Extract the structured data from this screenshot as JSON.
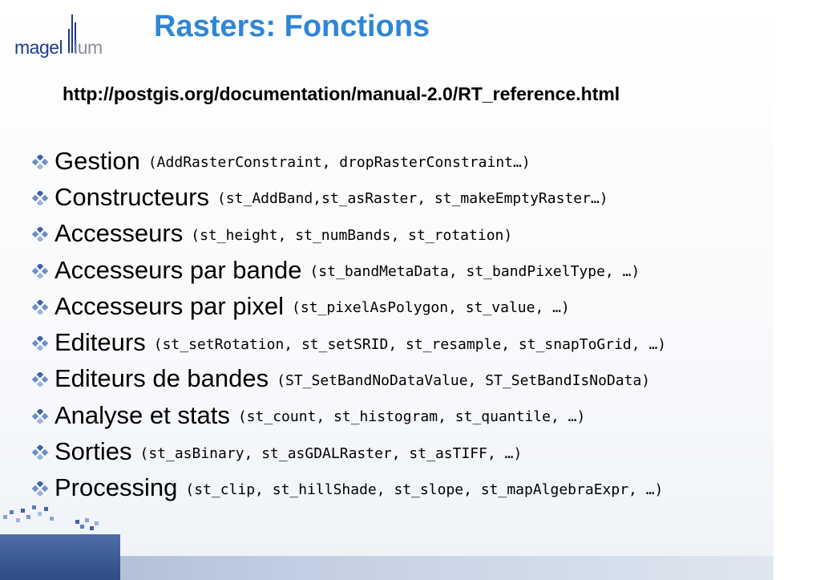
{
  "logo": {
    "brand_a": "magel",
    "brand_b": "ium"
  },
  "slide": {
    "title": "Rasters: Fonctions",
    "url": "http://postgis.org/documentation/manual-2.0/RT_reference.html",
    "bullets": [
      {
        "term": "Gestion",
        "funcs": "(AddRasterConstraint, dropRasterConstraint…)"
      },
      {
        "term": "Constructeurs",
        "funcs": "(st_AddBand,st_asRaster, st_makeEmptyRaster…)"
      },
      {
        "term": "Accesseurs",
        "funcs": "(st_height, st_numBands, st_rotation)"
      },
      {
        "term": "Accesseurs par bande",
        "funcs": "(st_bandMetaData, st_bandPixelType, …)"
      },
      {
        "term": "Accesseurs par pixel",
        "funcs": "(st_pixelAsPolygon, st_value, …)"
      },
      {
        "term": "Editeurs",
        "funcs": "(st_setRotation, st_setSRID, st_resample, st_snapToGrid, …)"
      },
      {
        "term": "Editeurs de bandes",
        "funcs": "(ST_SetBandNoDataValue, ST_SetBandIsNoData)"
      },
      {
        "term": "Analyse et stats",
        "funcs": "(st_count, st_histogram, st_quantile, …)"
      },
      {
        "term": "Sorties",
        "funcs": "(st_asBinary, st_asGDALRaster, st_asTIFF, …)"
      },
      {
        "term": "Processing",
        "funcs": "(st_clip, st_hillShade, st_slope, st_mapAlgebraExpr, …)"
      }
    ]
  },
  "colors": {
    "title": "#2e86d6",
    "logo": "#1f3b8a",
    "bullet": "#6a8fc8",
    "footer": "#2d4c86"
  },
  "icons": {
    "bullet": "diamond-cluster-icon",
    "decoration": "pixel-scatter-icon"
  }
}
